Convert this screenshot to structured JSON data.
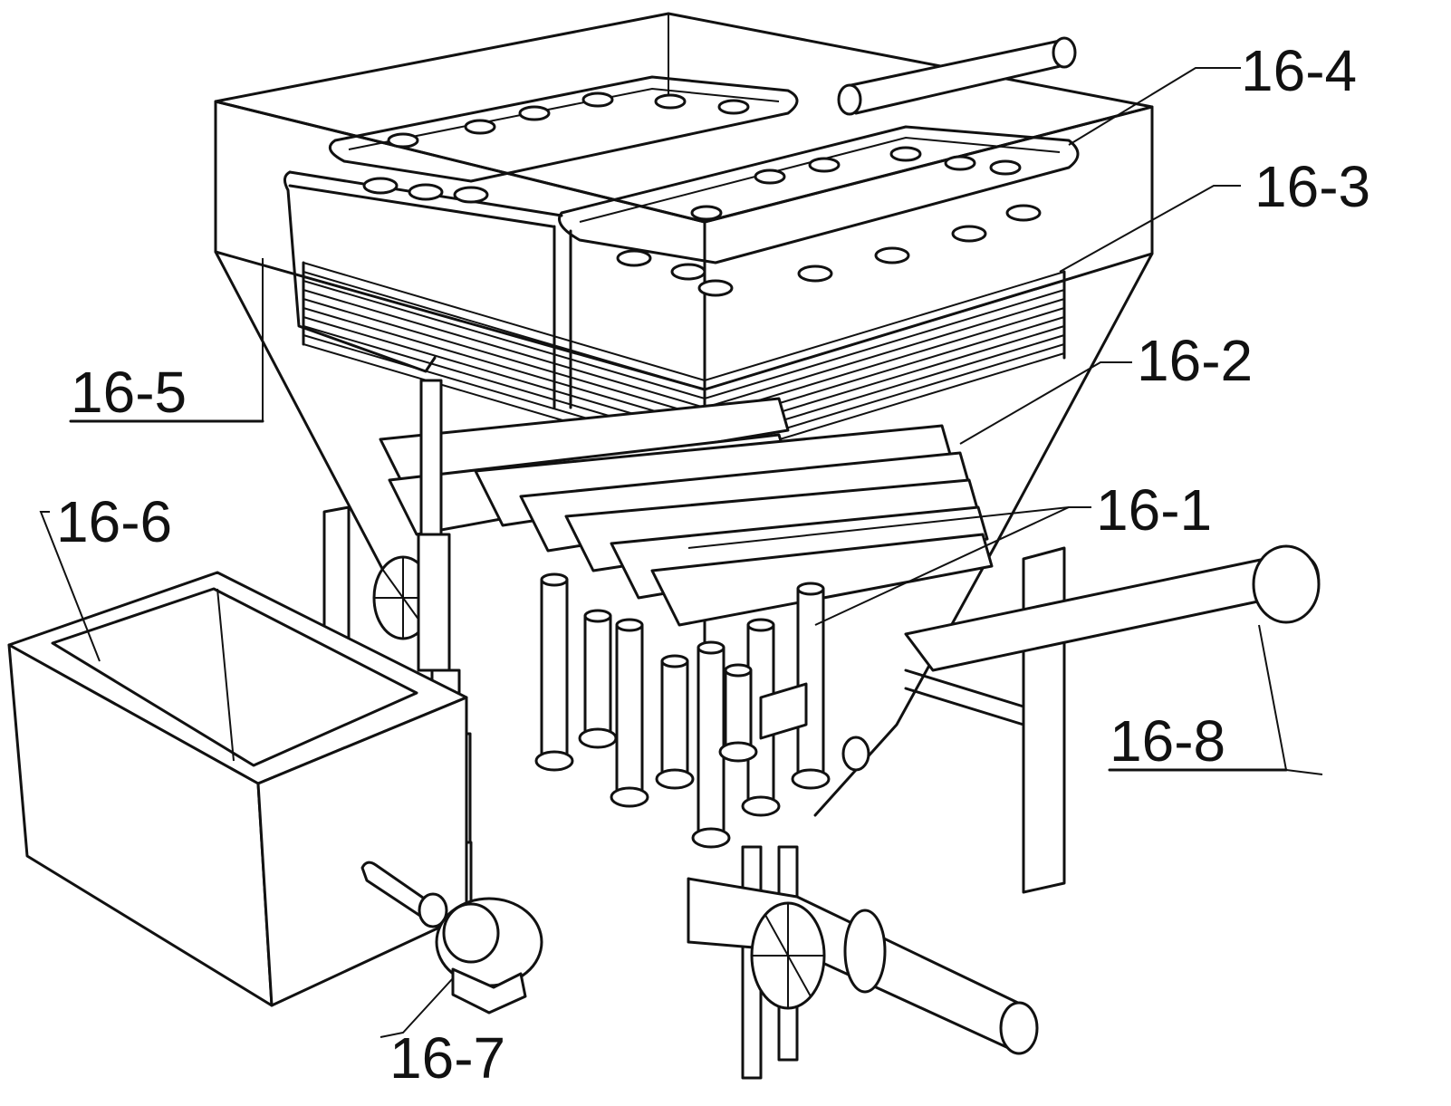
{
  "labels": {
    "l16_1": "16-1",
    "l16_2": "16-2",
    "l16_3": "16-3",
    "l16_4": "16-4",
    "l16_5": "16-5",
    "l16_6": "16-6",
    "l16_7": "16-7",
    "l16_8": "16-8"
  }
}
